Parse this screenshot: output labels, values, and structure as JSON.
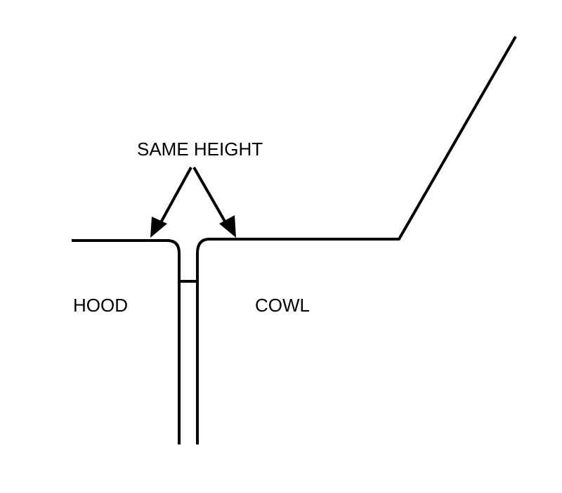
{
  "diagram": {
    "callout_label": "SAME HEIGHT",
    "left_panel_label": "HOOD",
    "right_panel_label": "COWL"
  }
}
